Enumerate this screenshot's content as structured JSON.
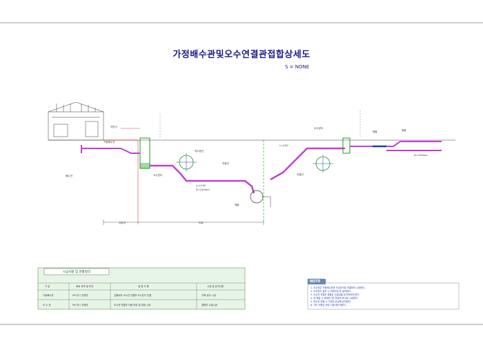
{
  "drawing": {
    "title": "가정배수관및오수연결관접합상세도",
    "scale_label": "S = NONE"
  },
  "table": {
    "caption": "시공사항 및 관활정리",
    "header": [
      "구 분",
      "재료 규격 및 조건",
      "설 명 사 항",
      "시공 및 유의사항"
    ],
    "rows": [
      [
        "가정배수관",
        "PVC관 / 전제관",
        "건물내부 오수관 연결부 오수받이 연결",
        "구배 유지 시공"
      ],
      [
        "오 수 관",
        "PVC관 / 전제관",
        "오수관 연결부 이음 보호 및 받침 시공",
        "접합부 수밀시공"
      ]
    ]
  },
  "note": {
    "title": "NOTE",
    "lines": [
      "1. 오수관은 가정배수관과 오수받이로 연결하여 시공한다.",
      "2. 오수받이 설치 시 지반다짐 후 설치한다.",
      "3. 오수관 연결부 접합은 수밀성을 유지하여야 한다.",
      "4. 관 매설 시 되메우기는 양질의 토사로 시공한다.",
      "5. 하수관 연결 시 기존관 손상에 유의한다.",
      "6. 기타 사항은 관련 시방서에 따른다."
    ]
  },
  "labels": {
    "ground": "지반고",
    "house_pipe": "가정배수관",
    "inspection": "오수받이",
    "connection": "연결관",
    "main_sewer": "하수본관",
    "manhole": "맨홀",
    "slope": "I=1/100",
    "pipe_dia": "D=150mm",
    "private": "사유지",
    "road": "도로",
    "manhole_left": "맨홀",
    "manhole_right": "맨홀",
    "right_riser": "오수받이",
    "right_pipe": "연결관",
    "right_slope": "I=1/50",
    "right_dia": "D=150mm",
    "lower_pipe": "배수관"
  },
  "colors": {
    "pipe": "#c040d0",
    "line": "#202020",
    "green": "#1a9a1a",
    "red": "#d01818",
    "blue": "#1a3ab0",
    "note_box": "#a8c8e8",
    "table_bg": "#e8f4e8"
  }
}
